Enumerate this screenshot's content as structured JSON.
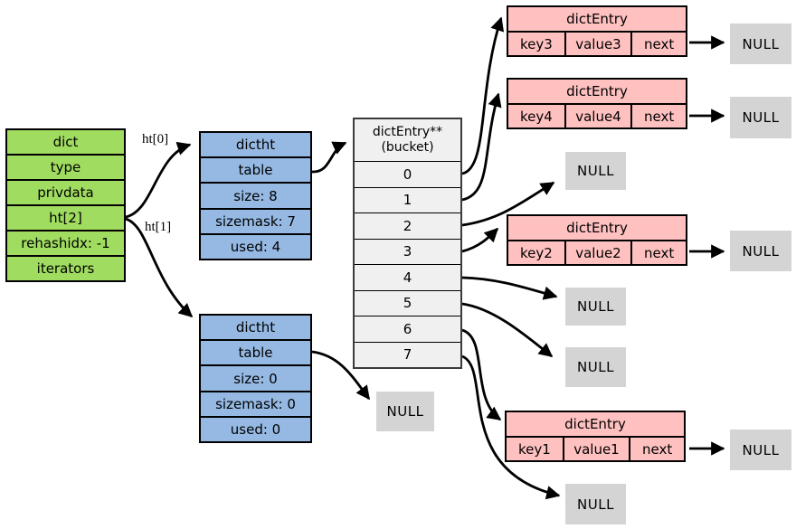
{
  "colors": {
    "green": "#a0dc5f",
    "blue": "#95b9e3",
    "pink": "#ffc0c0",
    "null_gray": "#d4d4d4",
    "bucket_fill": "#f0f0f0"
  },
  "dict": {
    "rows": [
      "dict",
      "type",
      "privdata",
      "ht[2]",
      "rehashidx: -1",
      "iterators"
    ]
  },
  "edge_labels": {
    "ht0": "ht[0]",
    "ht1": "ht[1]"
  },
  "hashtables": {
    "ht0": {
      "rows": [
        "dictht",
        "table",
        "size: 8",
        "sizemask: 7",
        "used: 4"
      ]
    },
    "ht1": {
      "rows": [
        "dictht",
        "table",
        "size: 0",
        "sizemask: 0",
        "used: 0"
      ]
    }
  },
  "bucket": {
    "header_line1": "dictEntry**",
    "header_line2": "(bucket)",
    "slots": [
      "0",
      "1",
      "2",
      "3",
      "4",
      "5",
      "6",
      "7"
    ]
  },
  "entries": [
    {
      "title": "dictEntry",
      "key": "key3",
      "value": "value3",
      "next": "next"
    },
    {
      "title": "dictEntry",
      "key": "key4",
      "value": "value4",
      "next": "next"
    },
    {
      "title": "dictEntry",
      "key": "key2",
      "value": "value2",
      "next": "next"
    },
    {
      "title": "dictEntry",
      "key": "key1",
      "value": "value1",
      "next": "next"
    }
  ],
  "null_label": "NULL"
}
